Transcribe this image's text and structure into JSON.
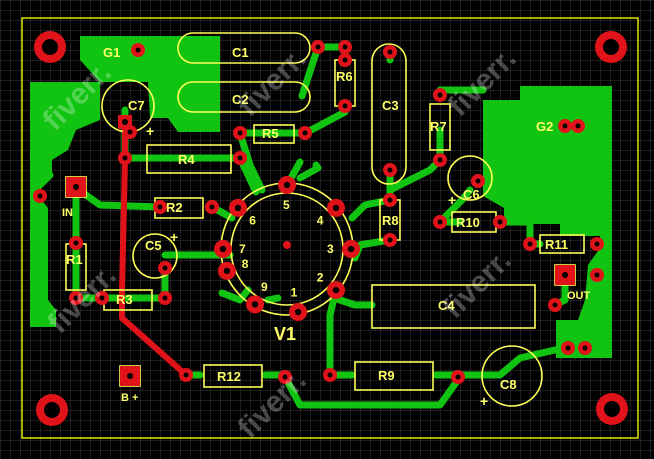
{
  "board": {
    "colors": {
      "background": "#000000",
      "grid": "#3a3a3a",
      "copper": "#11c411",
      "pad": "#e0121a",
      "silkscreen": "#ffff55",
      "board_edge": "#e6e600"
    },
    "tube_label": "V1",
    "tube_pins": [
      "1",
      "2",
      "3",
      "4",
      "5",
      "6",
      "7",
      "8",
      "9"
    ],
    "labels": {
      "G1": "G1",
      "G2": "G2",
      "C1": "C1",
      "C2": "C2",
      "C3": "C3",
      "C4": "C4",
      "C5": "C5",
      "C6": "C6",
      "C7": "C7",
      "C8": "C8",
      "R1": "R1",
      "R2": "R2",
      "R4": "R4",
      "R5": "R5",
      "R6": "R6",
      "R7": "R7",
      "R8": "R8",
      "R9": "R9",
      "R10": "R10",
      "R11": "R11",
      "R12": "R12",
      "IN": "IN",
      "OUT": "OUT",
      "B": "B +",
      "plus": "+",
      "R3": "R3"
    },
    "watermark_text": "fiverr."
  }
}
